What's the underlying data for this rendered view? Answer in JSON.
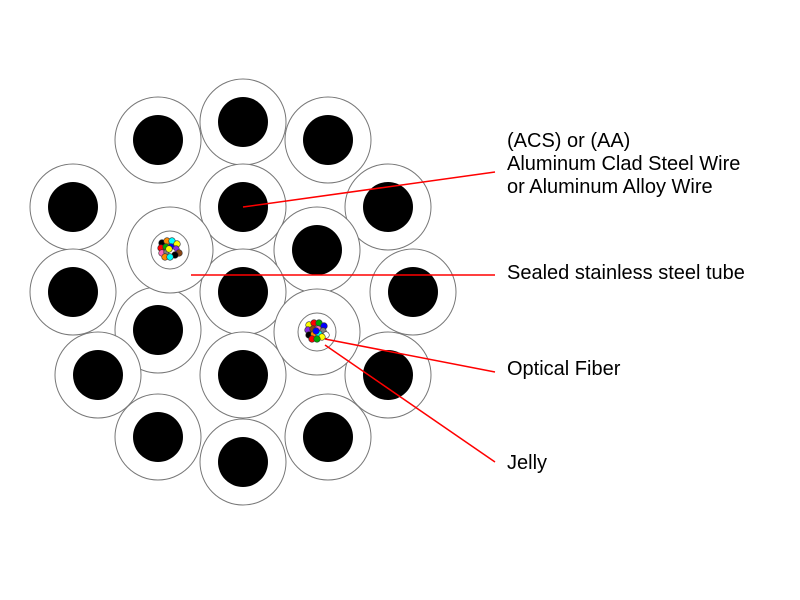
{
  "labels": {
    "acs_line1": "(ACS)  or (AA)",
    "acs_line2": "Aluminum Clad Steel Wire",
    "acs_line3": "or Aluminum Alloy Wire",
    "tube": "Sealed stainless steel tube",
    "fiber": "Optical Fiber",
    "jelly": "Jelly"
  },
  "colors": {
    "wire_core": "#000000",
    "wire_outline": "#777777",
    "leader_line": "#ff0000",
    "background": "#ffffff",
    "fiber_colors": [
      "#000000",
      "#ff8c00",
      "#00ffff",
      "#ffff00",
      "#ff0000",
      "#00aa00",
      "#0000ff",
      "#8a2be2",
      "#8b4513",
      "#ff69b4",
      "#808080",
      "#ffffff"
    ]
  }
}
